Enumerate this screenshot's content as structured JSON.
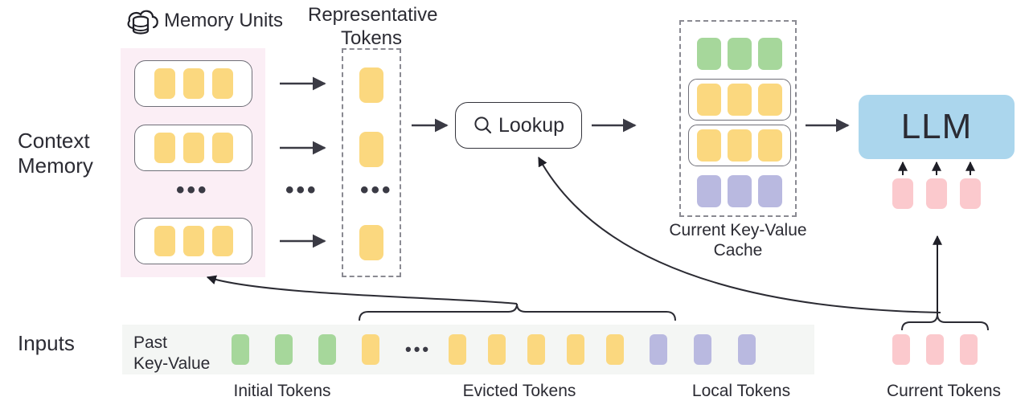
{
  "diagram": {
    "title_hidden": "",
    "side_labels": {
      "context_memory": "Context\nMemory",
      "inputs": "Inputs"
    },
    "headings": {
      "memory_units": "Memory Units",
      "representative_tokens": "Representative\nTokens",
      "current_kv_cache": "Current Key-Value\nCache"
    },
    "lookup": {
      "label": "Lookup",
      "icon": "search-icon"
    },
    "llm": {
      "label": "LLM"
    },
    "cloud_icon": "cloud-database-icon",
    "ellipsis": "•••",
    "inputs": {
      "row_label": "Past\nKey-Value",
      "groups": [
        {
          "name": "initial",
          "caption": "Initial Tokens",
          "count": 3,
          "color_key": "green"
        },
        {
          "name": "evicted",
          "caption": "Evicted Tokens",
          "count": 6,
          "color_key": "yellow"
        },
        {
          "name": "local",
          "caption": "Local Tokens",
          "count": 3,
          "color_key": "purple"
        },
        {
          "name": "current",
          "caption": "Current Tokens",
          "count": 3,
          "color_key": "pink"
        }
      ]
    },
    "memory_units": {
      "rows": 3,
      "tokens_per_row": 3,
      "color_key": "yellow"
    },
    "representative_tokens": {
      "count": 3,
      "color_key": "yellow"
    },
    "kv_cache_rows": [
      {
        "color_key": "green",
        "framed": false,
        "count": 3
      },
      {
        "color_key": "yellow",
        "framed": true,
        "count": 3
      },
      {
        "color_key": "yellow",
        "framed": true,
        "count": 3
      },
      {
        "color_key": "purple",
        "framed": false,
        "count": 3
      }
    ],
    "current_tokens_into_llm": 3,
    "colors": {
      "yellow": "#fbd87f",
      "green": "#a6d79b",
      "purple": "#b9b9e0",
      "pink": "#fbc9cd",
      "llm_blue": "#abd6ed",
      "context_panel_pink": "#fbeef5",
      "inputs_bar_gray": "#f4f6f4",
      "stroke_dark": "#33333b",
      "stroke_gray": "#6f6f78",
      "dashed_gray": "#8a8a92",
      "text": "#2b2b33"
    }
  }
}
